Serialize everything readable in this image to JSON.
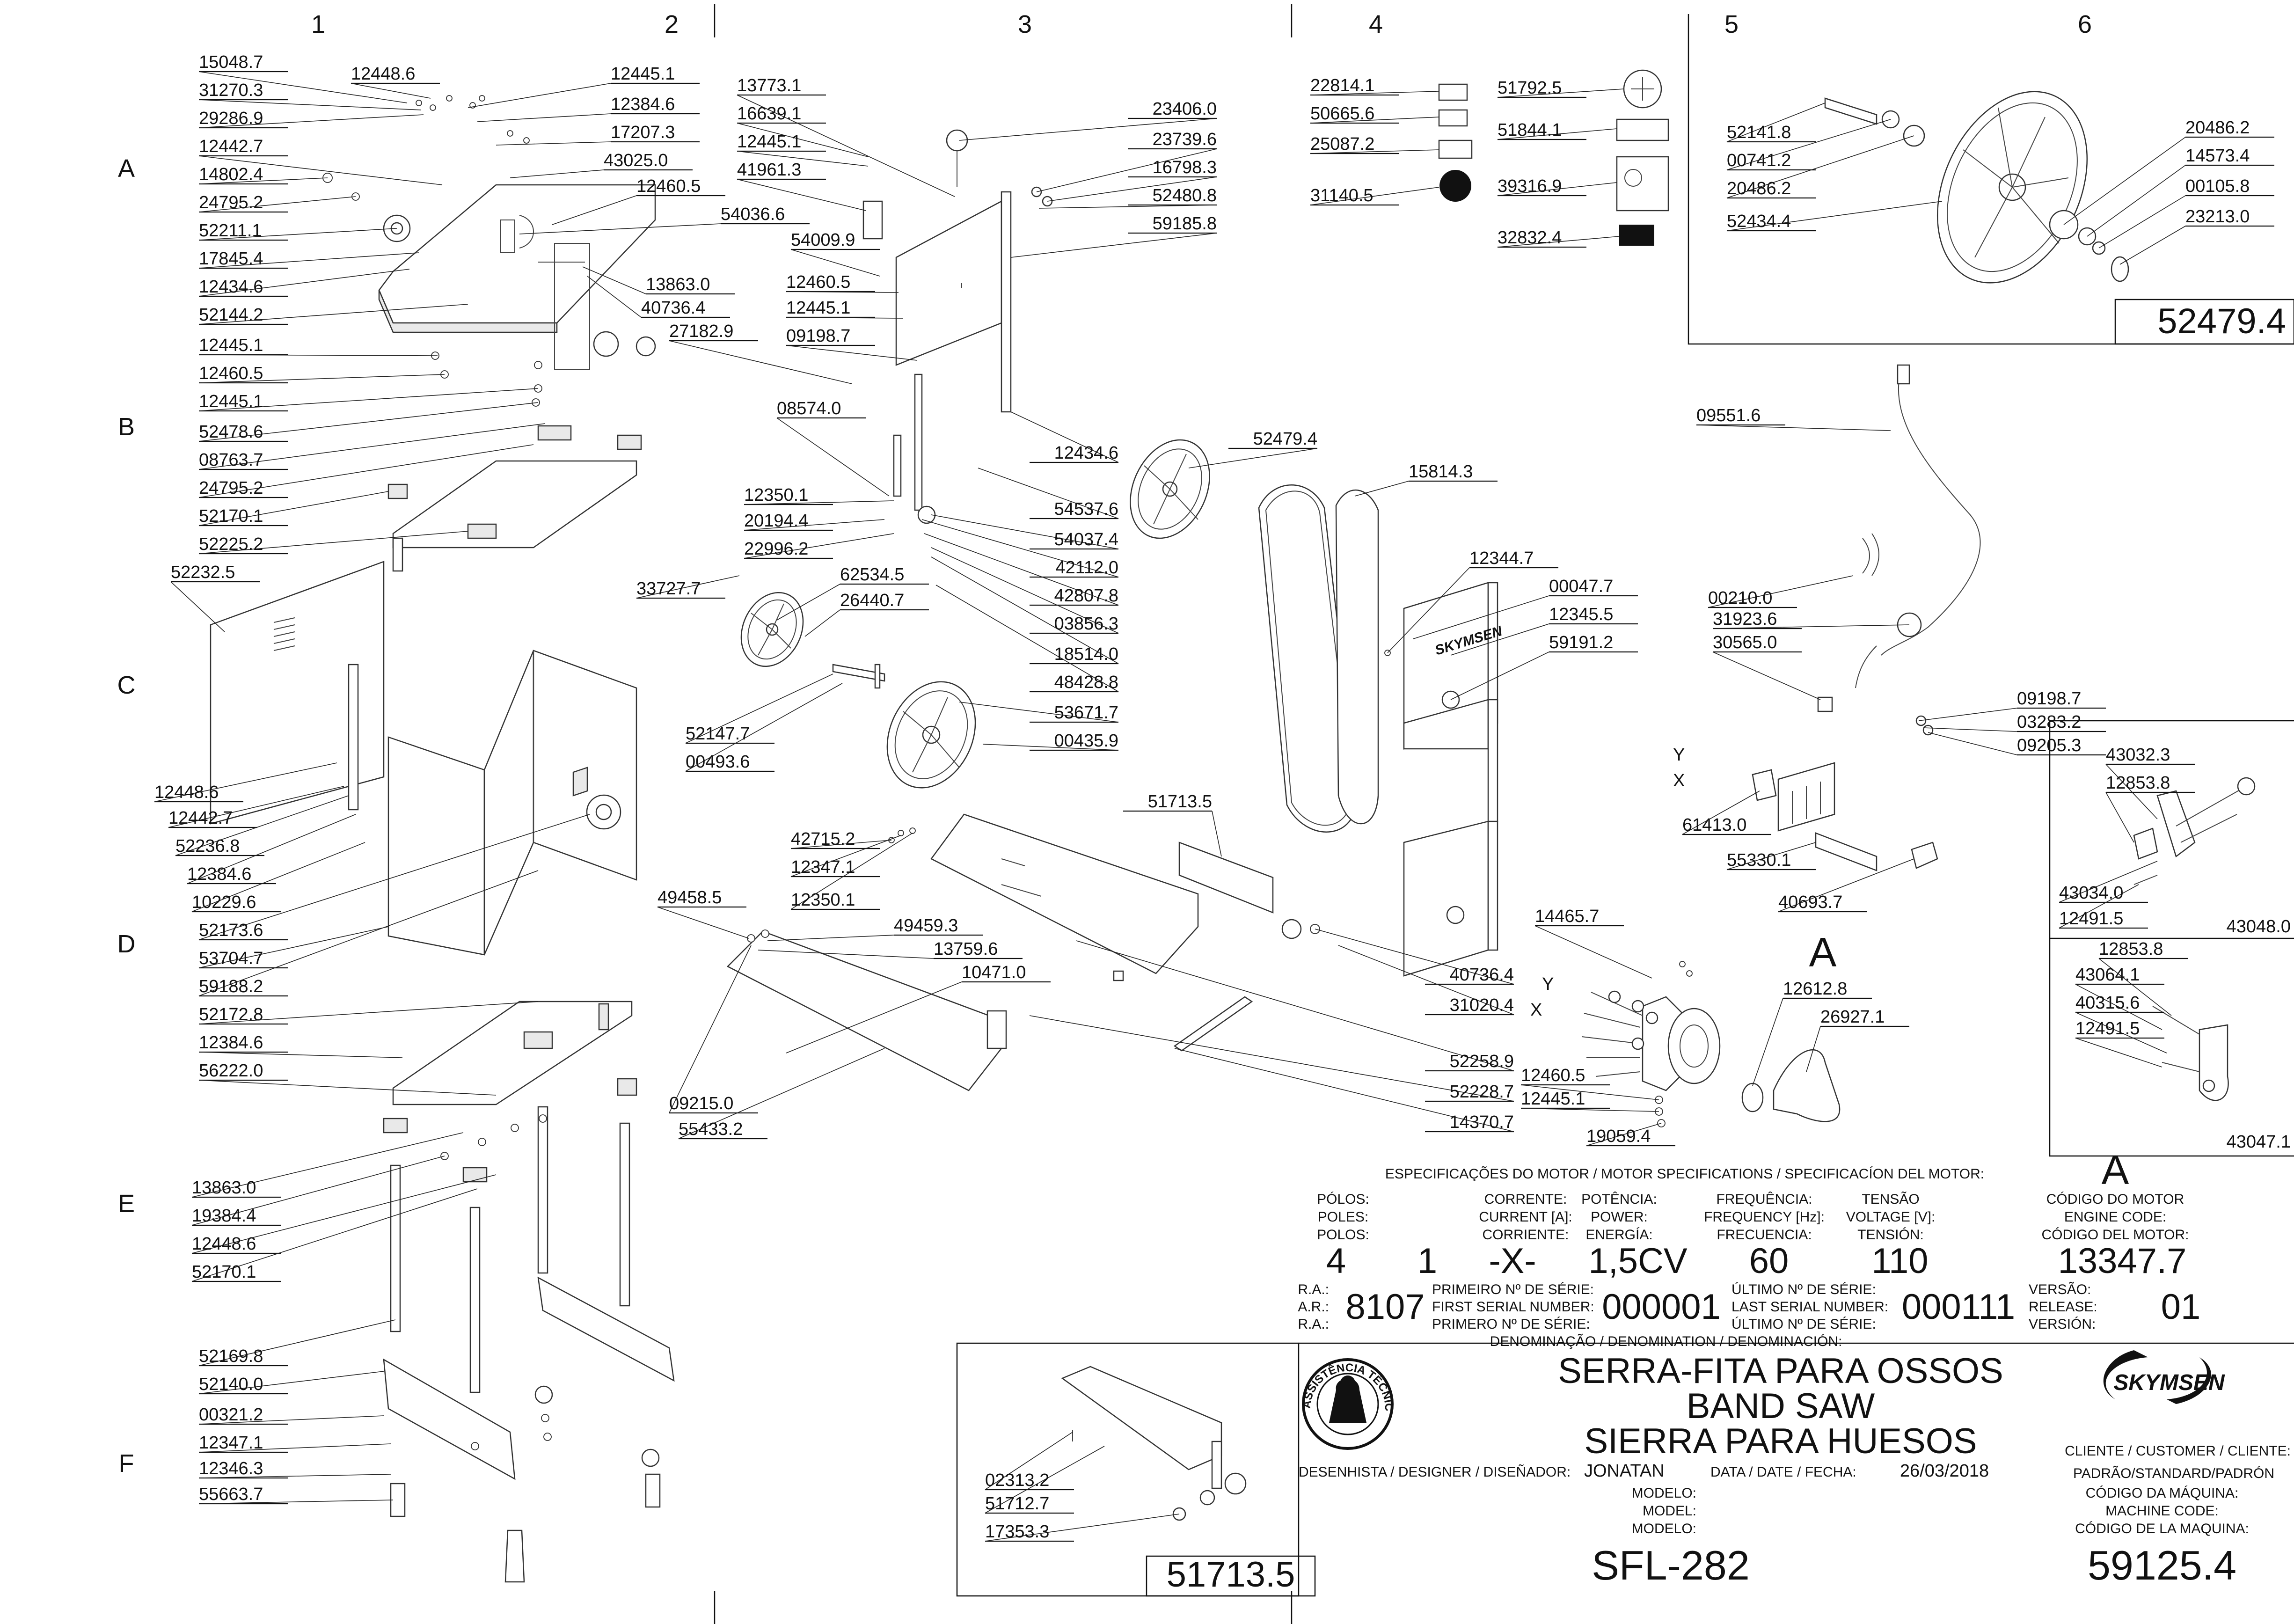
{
  "grid": {
    "columns": [
      "1",
      "2",
      "3",
      "4",
      "5",
      "6"
    ],
    "rows": [
      "A",
      "B",
      "C",
      "D",
      "E",
      "F"
    ]
  },
  "labels": {
    "c1": [
      "15048.7",
      "12448.6",
      "31270.3",
      "29286.9",
      "12442.7",
      "14802.4",
      "24795.2",
      "52211.1",
      "17845.4",
      "12434.6",
      "52144.2",
      "12445.1",
      "12460.5",
      "12445.1",
      "52478.6",
      "08763.7",
      "24795.2",
      "52170.1",
      "52225.2",
      "52232.5",
      "12448.6",
      "12442.7",
      "52236.8",
      "12384.6",
      "10229.6",
      "52173.6",
      "53704.7",
      "59188.2",
      "52172.8",
      "12384.6",
      "56222.0",
      "13863.0",
      "19384.4",
      "12448.6",
      "52170.1",
      "52169.8",
      "52140.0",
      "00321.2",
      "12347.1",
      "12346.3",
      "55663.7"
    ],
    "c2": [
      "12445.1",
      "12384.6",
      "17207.3",
      "43025.0",
      "12460.5",
      "54036.6",
      "13863.0",
      "40736.4",
      "27182.9"
    ],
    "c3l": [
      "13773.1",
      "16639.1",
      "12445.1",
      "41961.3",
      "54009.9",
      "12460.5",
      "12445.1",
      "09198.7",
      "08574.0",
      "12350.1",
      "20194.4",
      "22996.2",
      "33727.7",
      "62534.5",
      "26440.7",
      "52147.7",
      "00493.6",
      "42715.2",
      "12347.1",
      "12350.1",
      "49458.5",
      "49459.3",
      "13759.6",
      "10471.0",
      "09215.0",
      "55433.2"
    ],
    "c3r": [
      "23406.0",
      "23739.6",
      "16798.3",
      "52480.8",
      "59185.8",
      "12434.6",
      "54537.6",
      "54037.4",
      "42112.0",
      "42807.8",
      "03856.3",
      "18514.0",
      "48428.8",
      "53671.7",
      "00435.9",
      "51713.5",
      "52479.4",
      "40736.4",
      "31020.4",
      "52258.9",
      "52228.7",
      "14370.7"
    ],
    "c4": [
      "22814.1",
      "50665.6",
      "25087.2",
      "31140.5",
      "51792.5",
      "51844.1",
      "39316.9",
      "32832.4",
      "15814.3",
      "12344.7",
      "00047.7",
      "12345.5",
      "59191.2",
      "14465.7",
      "12460.5",
      "12445.1",
      "19059.4",
      "12612.8",
      "26927.1"
    ],
    "c5": [
      "52141.8",
      "00741.2",
      "20486.2",
      "52434.4",
      "20486.2",
      "14573.4",
      "00105.8",
      "23213.0",
      "09551.6",
      "00210.0",
      "31923.6",
      "30565.0",
      "09198.7",
      "03283.2",
      "09205.3",
      "61413.0",
      "55330.1",
      "40693.7",
      "43032.3",
      "12853.8",
      "43034.0",
      "12491.5",
      "12853.8",
      "43064.1",
      "40315.6",
      "12491.5"
    ],
    "inset": [
      "02313.2",
      "51712.7",
      "17353.3"
    ]
  },
  "assemblies": {
    "wheel_box": "52479.4",
    "pivot_box": "43048.0",
    "bracket_box": "43047.1",
    "guide_box": "51713.5"
  },
  "axes": {
    "y": "Y",
    "x": "X",
    "detail": "A"
  },
  "motor": {
    "heading": "ESPECIFICAÇÕES DO MOTOR / MOTOR SPECIFICATIONS / SPECIFICACÍON DEL MOTOR:",
    "detail_ref": "A",
    "headers": {
      "poles": [
        "PÓLOS:",
        "POLES:",
        "POLOS:"
      ],
      "current": [
        "CORRENTE:",
        "CURRENT [A]:",
        "CORRIENTE:"
      ],
      "power": [
        "POTÊNCIA:",
        "POWER:",
        "ENERGÍA:"
      ],
      "frequency": [
        "FREQUÊNCIA:",
        "FREQUENCY [Hz]:",
        "FRECUENCIA:"
      ],
      "voltage": [
        "TENSÃO",
        "VOLTAGE [V]:",
        "TENSIÓN:"
      ],
      "code": [
        "CÓDIGO DO MOTOR",
        "ENGINE CODE:",
        "CÓDIGO DEL MOTOR:"
      ]
    },
    "values": {
      "poles": "4",
      "phase": "1",
      "current": "-X-",
      "power": "1,5CV",
      "frequency": "60",
      "voltage": "110",
      "code": "13347.7"
    }
  },
  "title_block": {
    "ra_labels": [
      "R.A.:",
      "A.R.:",
      "R.A.:"
    ],
    "ra_value": "8107",
    "first_serial_labels": [
      "PRIMEIRO Nº DE SÉRIE:",
      "FIRST SERIAL NUMBER:",
      "PRIMERO Nº DE SÉRIE:"
    ],
    "first_serial": "000001",
    "last_serial_labels": [
      "ÚLTIMO Nº DE SÉRIE:",
      "LAST SERIAL NUMBER:",
      "ÚLTIMO Nº DE SÉRIE:"
    ],
    "last_serial": "000111",
    "version_labels": [
      "VERSÃO:",
      "RELEASE:",
      "VERSIÓN:"
    ],
    "version": "01",
    "denomination_label": "DENOMINAÇÃO / DENOMINATION / DENOMINACIÓN:",
    "denomination": [
      "SERRA-FITA PARA OSSOS",
      "BAND SAW",
      "SIERRA PARA HUESOS"
    ],
    "designer_label": "DESENHISTA / DESIGNER / DISEÑADOR:",
    "designer": "JONATAN",
    "date_label": "DATA / DATE / FECHA:",
    "date": "26/03/2018",
    "model_labels": [
      "MODELO:",
      "MODEL:",
      "MODELO:"
    ],
    "model": "SFL-282",
    "customer_label": "CLIENTE / CUSTOMER / CLIENTE:",
    "customer": "PADRÃO/STANDARD/PADRÓN",
    "machine_code_labels": [
      "CÓDIGO DA MÁQUINA:",
      "MACHINE CODE:",
      "CÓDIGO DE LA MAQUINA:"
    ],
    "machine_code": "59125.4",
    "brand": "SKYMSEN",
    "seal_text": "ASSISTÊNCIA TÉCNICA AUTORIZADA"
  }
}
